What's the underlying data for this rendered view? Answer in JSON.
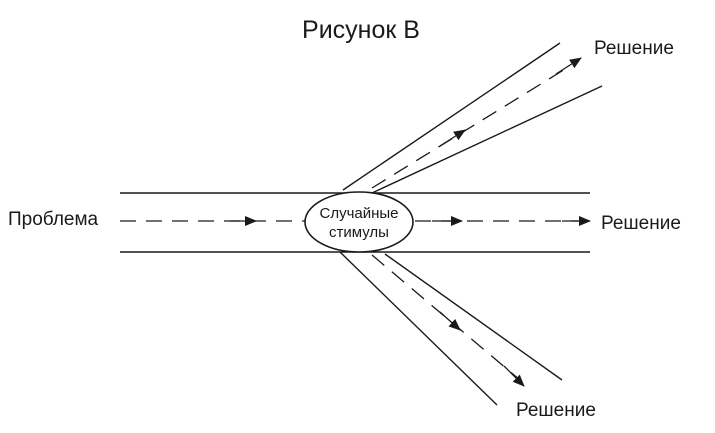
{
  "title": "Рисунок B",
  "problem_label": "Проблема",
  "oval": {
    "line1": "Случайные",
    "line2": "стимулы"
  },
  "outcomes": {
    "upper": "Решение",
    "middle": "Решение",
    "lower": "Решение"
  },
  "colors": {
    "ink": "#1a1a1a",
    "background": "#ffffff"
  }
}
